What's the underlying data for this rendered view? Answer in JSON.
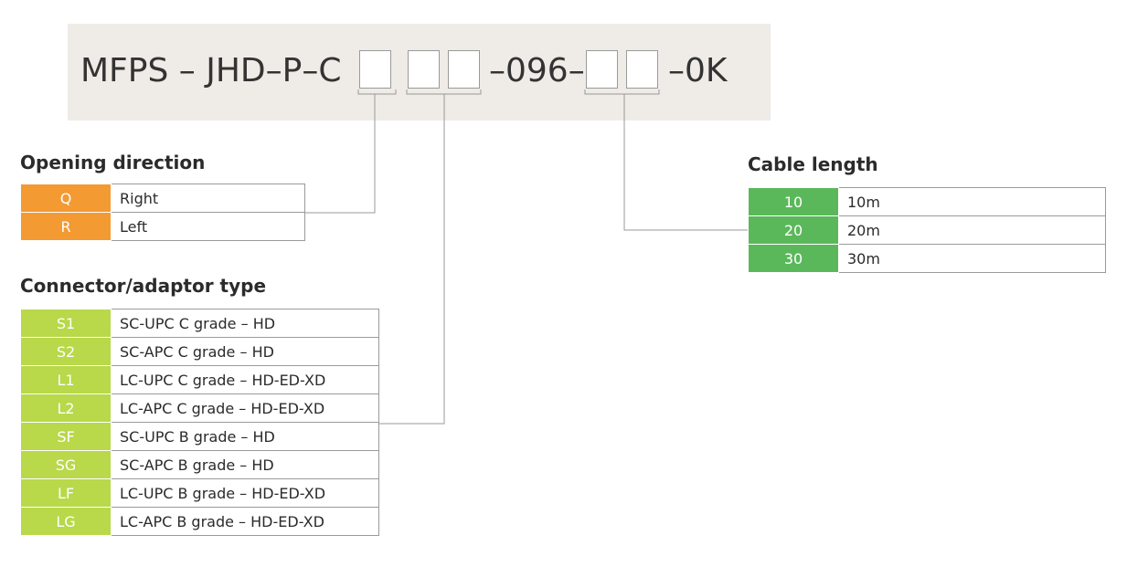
{
  "part_number": {
    "prefix": "MFPS – JHD–P–C",
    "middle": "–096–",
    "suffix": "–0K"
  },
  "opening_direction": {
    "title": "Opening direction",
    "rows": [
      {
        "code": "Q",
        "label": "Right"
      },
      {
        "code": "R",
        "label": "Left"
      }
    ]
  },
  "connector_type": {
    "title": "Connector/adaptor type",
    "rows": [
      {
        "code": "S1",
        "label": "SC-UPC C grade – HD"
      },
      {
        "code": "S2",
        "label": "SC-APC C grade – HD"
      },
      {
        "code": "L1",
        "label": "LC-UPC C grade – HD-ED-XD"
      },
      {
        "code": "L2",
        "label": "LC-APC C grade – HD-ED-XD"
      },
      {
        "code": "SF",
        "label": "SC-UPC B grade – HD"
      },
      {
        "code": "SG",
        "label": "SC-APC B grade – HD"
      },
      {
        "code": "LF",
        "label": "LC-UPC B grade – HD-ED-XD"
      },
      {
        "code": "LG",
        "label": "LC-APC B grade – HD-ED-XD"
      }
    ]
  },
  "cable_length": {
    "title": "Cable length",
    "rows": [
      {
        "code": "10",
        "label": "10m"
      },
      {
        "code": "20",
        "label": "20m"
      },
      {
        "code": "30",
        "label": "30m"
      }
    ]
  },
  "colors": {
    "opening_direction": "#f39a33",
    "connector_type": "#b9d84a",
    "cable_length": "#5bb85a",
    "code_bar": "#efebe7"
  }
}
